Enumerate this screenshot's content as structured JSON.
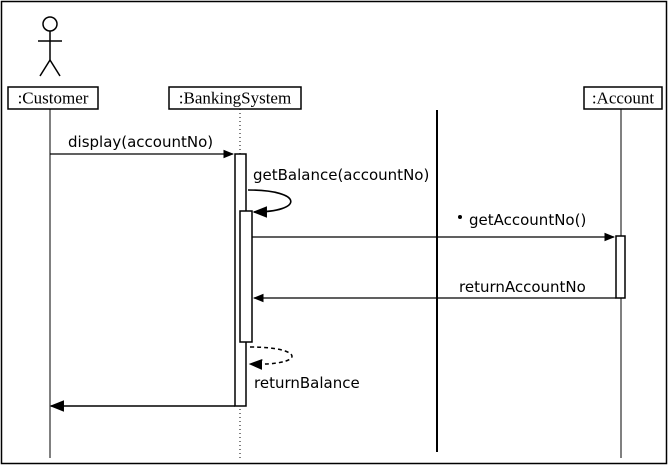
{
  "diagram": {
    "participants": {
      "customer": ":Customer",
      "banking_system": ":BankingSystem",
      "account": ":Account"
    },
    "messages": {
      "display": "display(accountNo)",
      "get_balance": "getBalance(accountNo)",
      "get_account_no": "getAccountNo()",
      "return_account_no": "returnAccountNo",
      "return_balance": "returnBalance"
    }
  }
}
